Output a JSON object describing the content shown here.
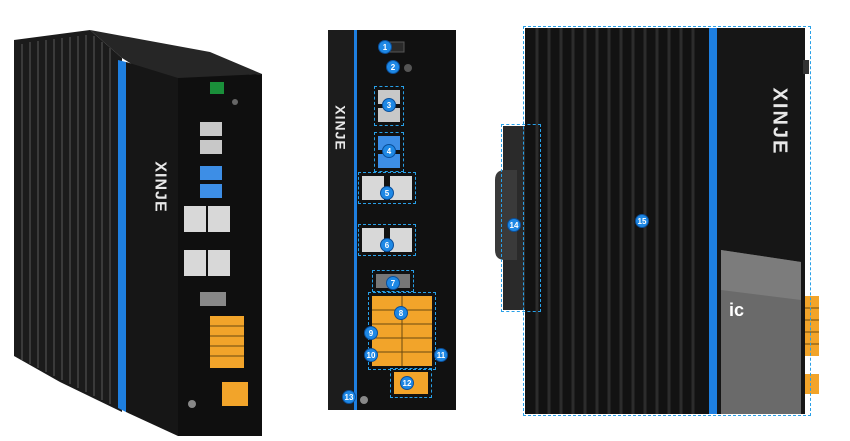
{
  "product": {
    "brand_label": "XINJE",
    "accent_color": "#1e7fe0",
    "body_color": "#141414"
  },
  "callouts": [
    "1",
    "2",
    "3",
    "4",
    "5",
    "6",
    "7",
    "8",
    "9",
    "10",
    "11",
    "12",
    "13",
    "14",
    "15"
  ]
}
